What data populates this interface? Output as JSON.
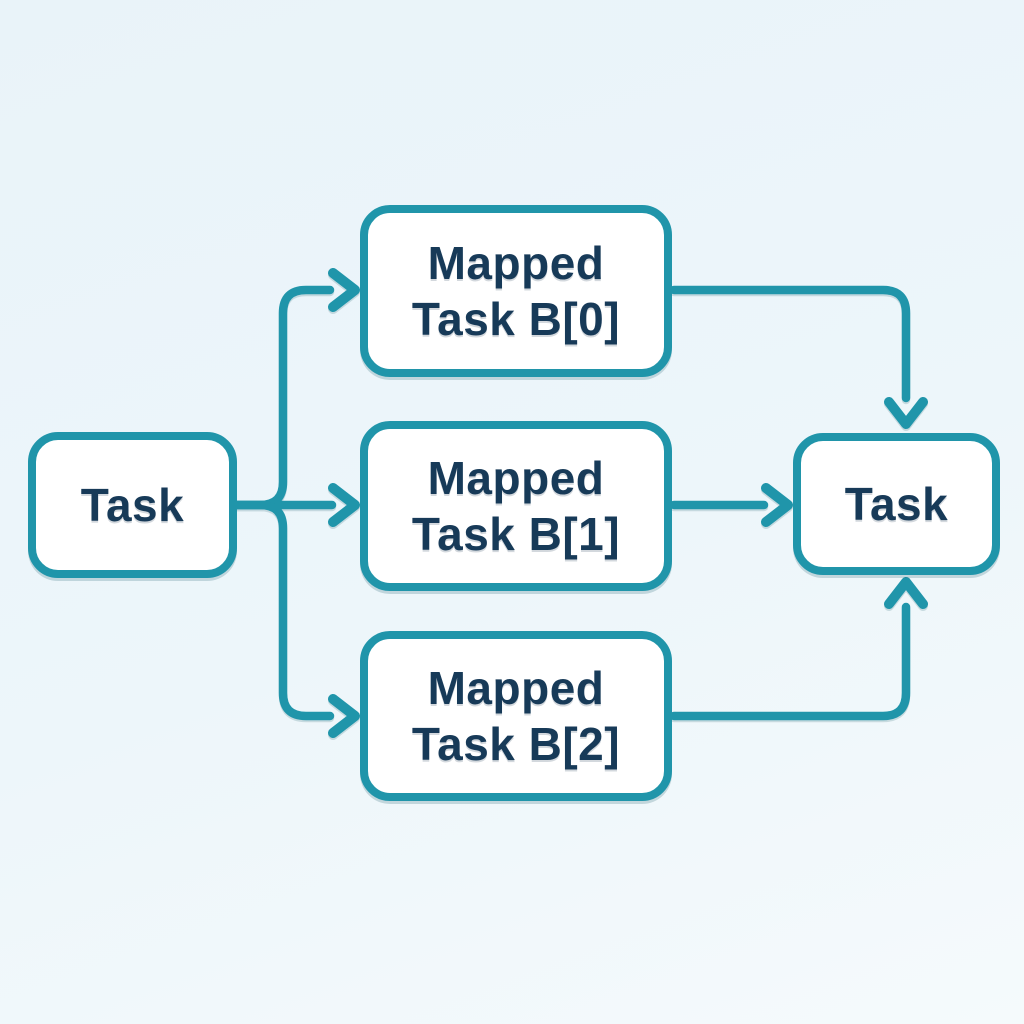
{
  "diagram": {
    "type": "flowchart",
    "description": "Dynamic task mapping fan-out / fan-in: one task maps to three mapped task instances which converge into one downstream task",
    "colors": {
      "stroke": "#2095aa",
      "text": "#173a58",
      "box_fill": "#ffffff",
      "background": "#edf6fa"
    },
    "nodes": [
      {
        "id": "task-source",
        "label": "Task"
      },
      {
        "id": "mapped-b0",
        "label": "Mapped Task B[0]"
      },
      {
        "id": "mapped-b1",
        "label": "Mapped Task B[1]"
      },
      {
        "id": "mapped-b2",
        "label": "Mapped Task B[2]"
      },
      {
        "id": "task-sink",
        "label": "Task"
      }
    ],
    "edges": [
      {
        "from": "task-source",
        "to": "mapped-b0"
      },
      {
        "from": "task-source",
        "to": "mapped-b1"
      },
      {
        "from": "task-source",
        "to": "mapped-b2"
      },
      {
        "from": "mapped-b0",
        "to": "task-sink"
      },
      {
        "from": "mapped-b1",
        "to": "task-sink"
      },
      {
        "from": "mapped-b2",
        "to": "task-sink"
      }
    ]
  }
}
